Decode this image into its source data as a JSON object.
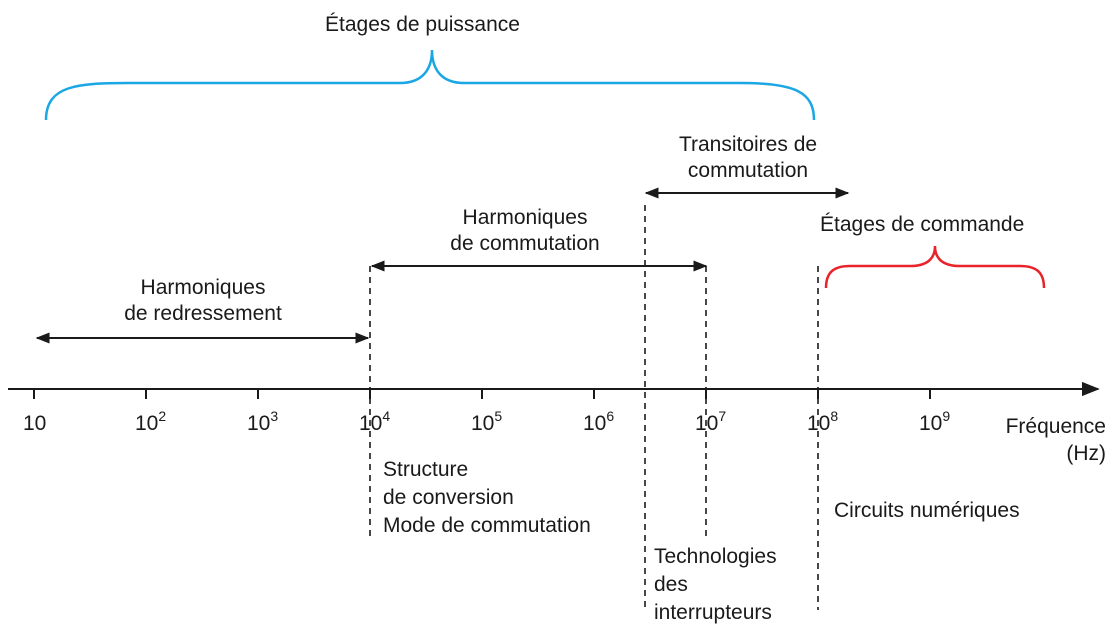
{
  "colors": {
    "power_brace": "#1aa7e3",
    "command_brace": "#e8232a",
    "ink": "#1a1a1a"
  },
  "axis": {
    "label_line1": "Fréquence",
    "label_line2": "(Hz)",
    "ticks": [
      {
        "base": "10",
        "exp": ""
      },
      {
        "base": "10",
        "exp": "2"
      },
      {
        "base": "10",
        "exp": "3"
      },
      {
        "base": "10",
        "exp": "4"
      },
      {
        "base": "10",
        "exp": "5"
      },
      {
        "base": "10",
        "exp": "6"
      },
      {
        "base": "10",
        "exp": "7"
      },
      {
        "base": "10",
        "exp": "8"
      },
      {
        "base": "10",
        "exp": "9"
      }
    ]
  },
  "braces": {
    "power": {
      "label": "Étages de puissance"
    },
    "command": {
      "label": "Étages de commande"
    }
  },
  "ranges": {
    "rectification": {
      "line1": "Harmoniques",
      "line2": "de redressement"
    },
    "switching_harmonics": {
      "line1": "Harmoniques",
      "line2": "de commutation"
    },
    "switching_transients": {
      "line1": "Transitoires de",
      "line2": "commutation"
    }
  },
  "notes": {
    "conversion": {
      "line1": "Structure",
      "line2": "de conversion",
      "line3": "Mode de commutation"
    },
    "technologies": {
      "line1": "Technologies",
      "line2": "des",
      "line3": "interrupteurs"
    },
    "digital": {
      "line1": "Circuits numériques"
    }
  }
}
